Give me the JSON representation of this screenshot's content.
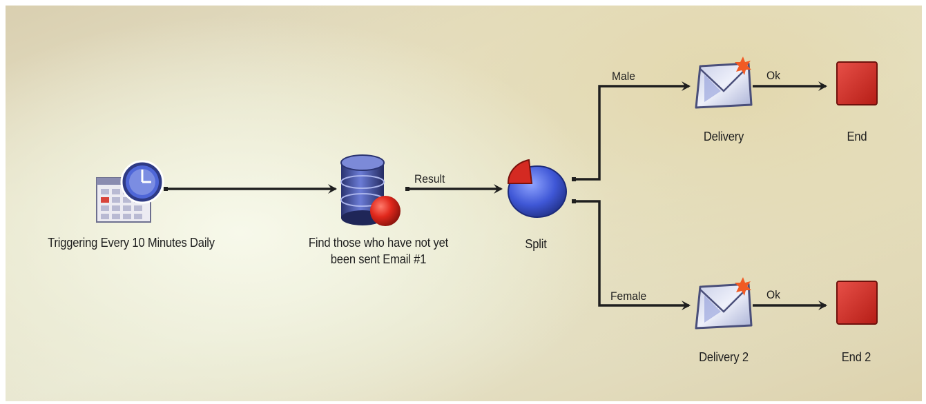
{
  "nodes": {
    "trigger": {
      "label": "Triggering Every 10 Minutes Daily"
    },
    "query": {
      "label_line1": "Find those who have not yet",
      "label_line2": "been sent Email #1"
    },
    "split": {
      "label": "Split"
    },
    "delivery": {
      "label": "Delivery"
    },
    "delivery2": {
      "label": "Delivery 2"
    },
    "end": {
      "label": "End"
    },
    "end2": {
      "label": "End 2"
    }
  },
  "edges": {
    "query_to_split": {
      "label": "Result"
    },
    "split_male": {
      "label": "Male"
    },
    "split_female": {
      "label": "Female"
    },
    "delivery_ok": {
      "label": "Ok"
    },
    "delivery2_ok": {
      "label": "Ok"
    }
  },
  "icons": {
    "trigger": "scheduler-clock-icon",
    "query": "database-query-icon",
    "split": "pie-split-icon",
    "delivery": "envelope-delivery-icon",
    "end": "end-square-icon"
  },
  "colors": {
    "connector": "#1f1f1f",
    "end_red": "#d42a22",
    "db_blue": "#3c4a9a",
    "pie_blue": "#3f57d6",
    "pie_red": "#d42a22"
  }
}
